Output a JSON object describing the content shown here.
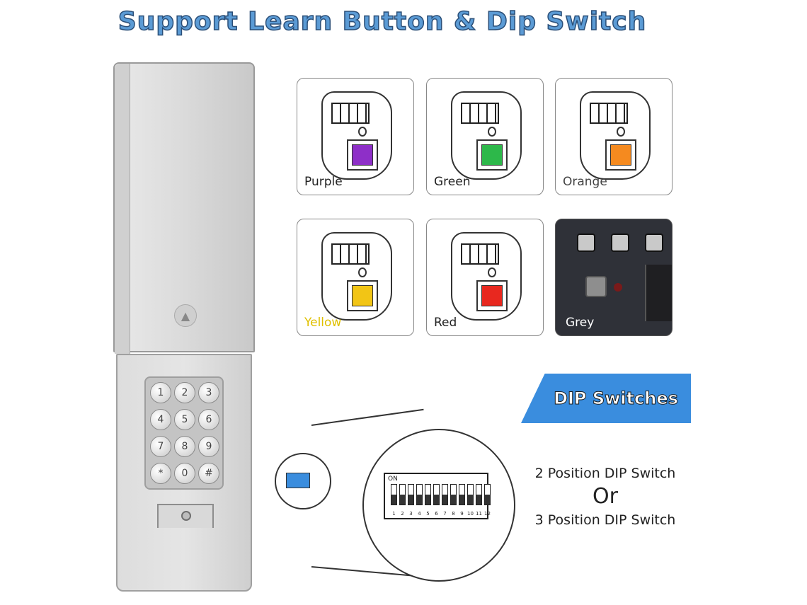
{
  "title": "Support Learn Button & Dip Switch",
  "keypad": {
    "keys": [
      "1",
      "2",
      "3",
      "4",
      "5",
      "6",
      "7",
      "8",
      "9",
      "*",
      "0",
      "#"
    ]
  },
  "cards": [
    {
      "label": "Purple",
      "color": "#8e2fc8",
      "label_color": "#222222"
    },
    {
      "label": "Green",
      "color": "#2db84a",
      "label_color": "#222222"
    },
    {
      "label": "Orange",
      "color": "#f58a1f",
      "label_color": "#444444"
    },
    {
      "label": "Yellow",
      "color": "#f2c515",
      "label_color": "#e0c000"
    },
    {
      "label": "Red",
      "color": "#e8281f",
      "label_color": "#222222"
    }
  ],
  "photo_card": {
    "label": "Grey"
  },
  "dip": {
    "banner": "DIP Switches",
    "on_label": "ON",
    "numbers": [
      "1",
      "2",
      "3",
      "4",
      "5",
      "6",
      "7",
      "8",
      "9",
      "10",
      "11",
      "12"
    ],
    "line1": "2 Position DIP Switch",
    "or": "Or",
    "line2": "3 Position DIP Switch"
  }
}
